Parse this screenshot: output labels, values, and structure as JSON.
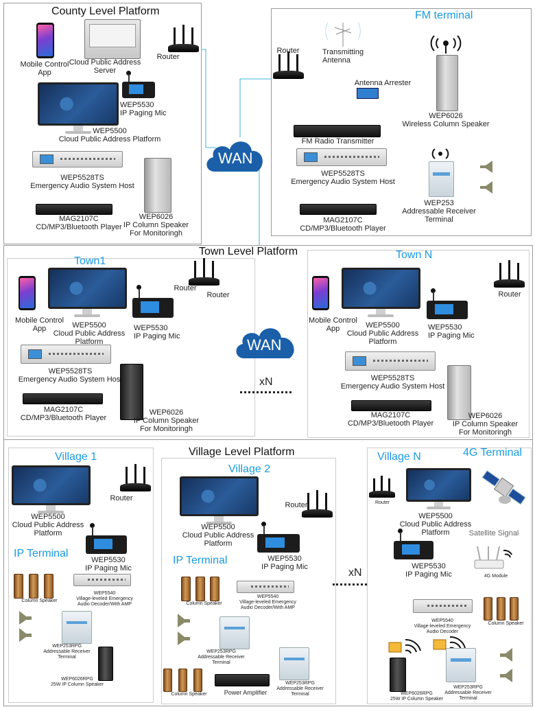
{
  "county": {
    "title": "County Level Platform",
    "mobile": "Mobile Control\nApp",
    "server": "Cloud Public Address\nServer",
    "router": "Router",
    "mic": "WEP5530\nIP Paging Mic",
    "platform": "WEP5500\nCloud Public Address Platform",
    "host": "WEP5528TS\nEmergency Audio System Host",
    "player": "MAG2107C\nCD/MP3/Bluetooth Player",
    "speaker": "WEP6026\nIP Column Speaker\nFor Monitoringh"
  },
  "fm": {
    "title": "FM terminal",
    "router": "Router",
    "antenna": "Transmitting\nAntenna",
    "arrester": "Antenna Arrester",
    "transmitter": "FM Radio Transmitter",
    "host": "WEP5528TS\nEmergency Audio System Host",
    "player": "MAG2107C\nCD/MP3/Bluetooth Player",
    "speaker": "WEP6026\nWireless Column Speaker",
    "receiver": "WEP253\nAddressable Receiver\nTerminal"
  },
  "wan_label": "WAN",
  "town": {
    "title": "Town Level Platform",
    "xn": "xN",
    "town1": {
      "name": "Town1",
      "mobile": "Mobile Control\nApp",
      "platform": "WEP5500\nCloud Public Address\nPlatform",
      "router": "Router",
      "router2": "Router",
      "mic": "WEP5530\nIP Paging Mic",
      "host": "WEP5528TS\nEmergency Audio System Host",
      "player": "MAG2107C\nCD/MP3/Bluetooth Player",
      "speaker": "WEP6026\nIP Column Speaker\nFor Monitoringh"
    },
    "townN": {
      "name": "Town N",
      "mobile": "Mobile Control\nApp",
      "platform": "WEP5500\nCloud Public Address\nPlatform",
      "router": "Router",
      "mic": "WEP5530\nIP Paging Mic",
      "host": "WEP5528TS\nEmergency Audio System Host",
      "player": "MAG2107C\nCD/MP3/Bluetooth Player",
      "speaker": "WEP6026\nIP Column Speaker\nFor Monitoringh"
    }
  },
  "village": {
    "title": "Village Level Platform",
    "xn": "xN",
    "v1": {
      "name": "Village 1",
      "platform": "WEP5500\nCloud Public Address\nPlatform",
      "router": "Router",
      "mic": "WEP5530\nIP Paging Mic",
      "ipterm": "IP Terminal",
      "colspk": "Column Speaker",
      "decoder": "WEP5540\nVillage-leveled Emergency\nAudio Decoder/With AMP",
      "receiver": "WEP253RPG\nAddressable Receiver\nTerminal",
      "speaker": "WEP6026RPG\n25W IP Column Speaker"
    },
    "v2": {
      "name": "Village 2",
      "platform": "WEP5500\nCloud Public Address\nPlatform",
      "router": "Router",
      "mic": "WEP5530\nIP Paging Mic",
      "ipterm": "IP Terminal",
      "colspk": "Column Speaker",
      "decoder": "WEP5540\nVillage-leveled Emergency\nAudio Decoder/With AMP",
      "receiver": "WEP253RPG\nAddressable Receiver\nTerminal",
      "colspk2": "Column Speaker",
      "amp": "Power Amplifier",
      "receiver2": "WEP253RPG\nAddressable Receiver\nTerminal"
    },
    "vN": {
      "name": "Village N",
      "term4g": "4G Terminal",
      "router": "Router",
      "platform": "WEP5500\nCloud Public Address\nPlatform",
      "satellite": "Satellite Signal",
      "mic": "WEP5530\nIP Paging Mic",
      "module": "4G Module",
      "decoder": "WEP5540\nVillage-leveled Emergency\nAudio Decoder",
      "colspk": "Column Speaker",
      "speaker": "WEP6026RPG\n25W IP Column Speaker",
      "receiver": "WEP253RPG\nAddressable Receiver\nTerminal"
    }
  }
}
